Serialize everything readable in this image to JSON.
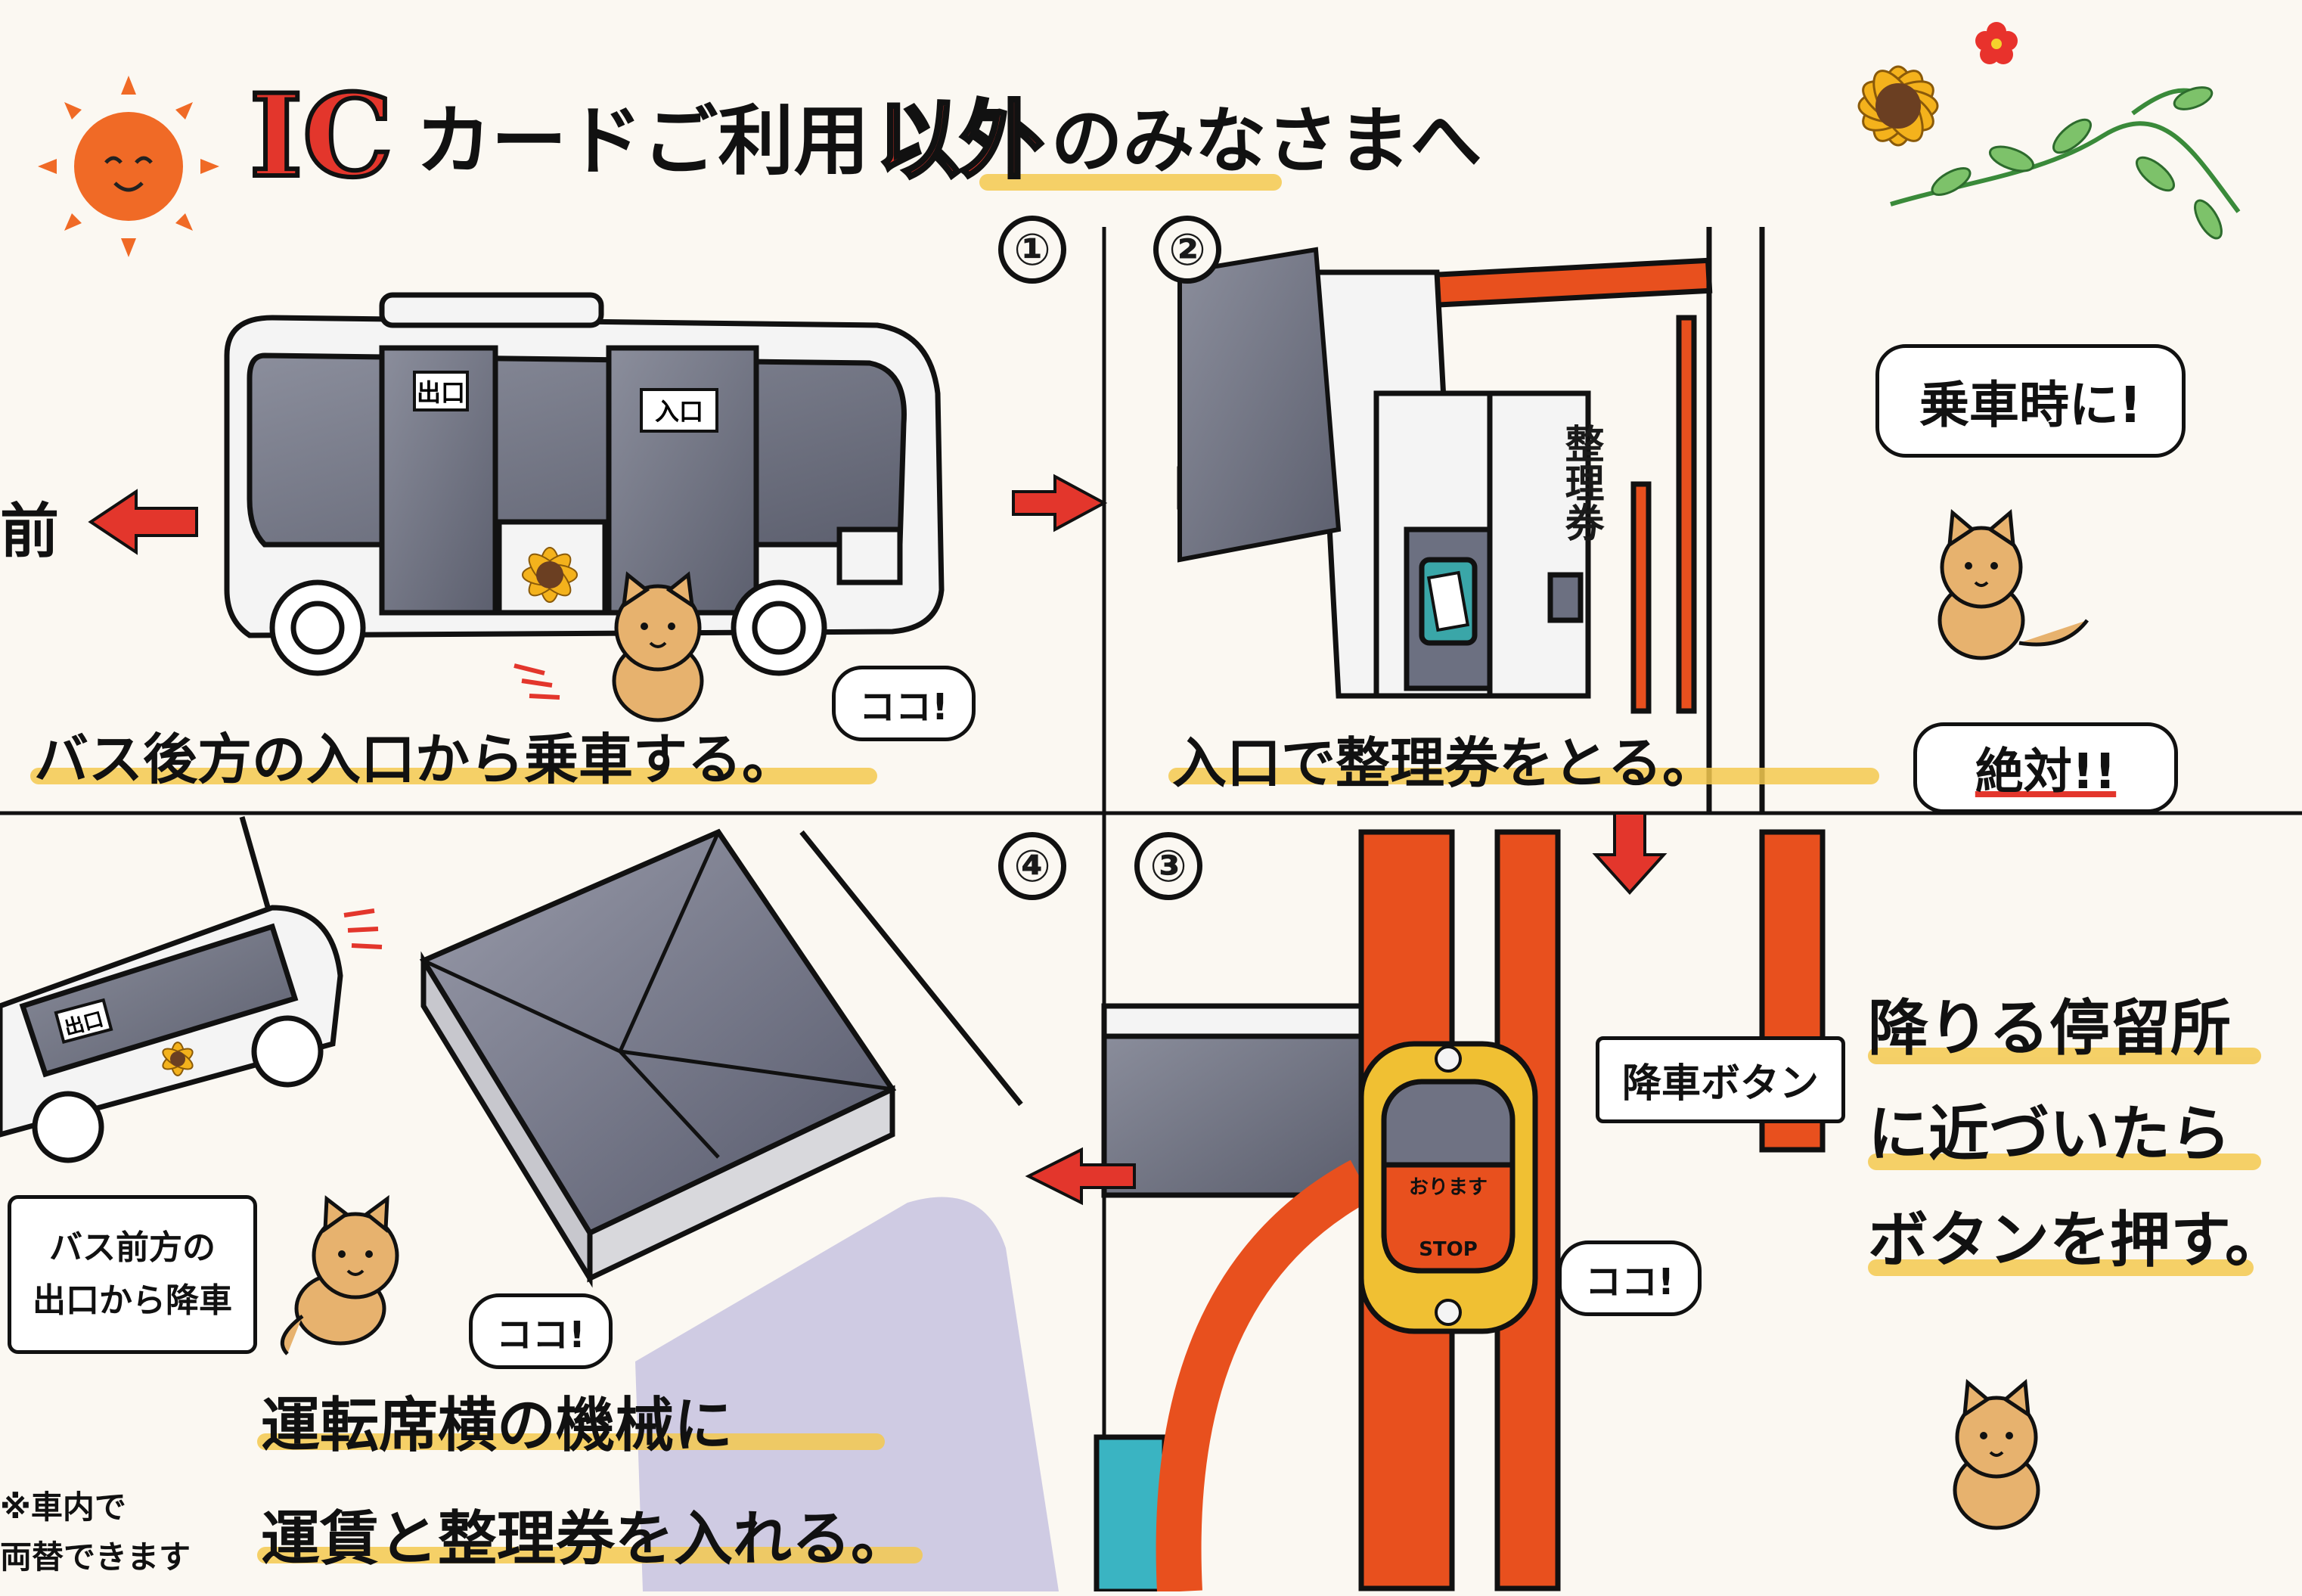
{
  "title": {
    "part1": "IC",
    "part2": "カードご利用",
    "part3": "以外",
    "part4": "のみなさまへ"
  },
  "front_label": "前",
  "panels": [
    {
      "number": "①",
      "bus_sign_exit": "出口",
      "bus_sign_entry": "入口",
      "speech": "ココ!",
      "caption": "バス後方の入口から乗車する。"
    },
    {
      "number": "②",
      "ticket_label": "整理券",
      "speech": "乗車時に!",
      "caption": "入口で整理券をとる。",
      "badge": "絶対!!"
    },
    {
      "number": "③",
      "button_text_top": "おります",
      "button_text_bottom": "STOP",
      "callout": "降車ボタン",
      "speech": "ココ!",
      "caption_lines": [
        "降りる停留所",
        "に近づいたら",
        "ボタンを押す。"
      ]
    },
    {
      "number": "④",
      "bus_sign_exit": "出口",
      "callout_lines": [
        "バス前方の",
        "出口から降車"
      ],
      "speech": "ココ!",
      "caption_lines": [
        "運転席横の機械に",
        "運賃と整理券を入れる。"
      ],
      "note_lines": [
        "※車内で",
        "両替できます"
      ]
    }
  ],
  "colors": {
    "accent_red": "#e3362c",
    "pole_orange": "#e8501e",
    "highlight_yellow": "#f3c94f",
    "bus_gray": "#6f7283",
    "cat": "#e7b26e"
  },
  "icons": [
    "sun-icon",
    "sunflower-icon",
    "red-flower-icon",
    "vine-icon",
    "cat-icon",
    "arrow-right-icon",
    "arrow-down-icon",
    "arrow-left-icon"
  ]
}
